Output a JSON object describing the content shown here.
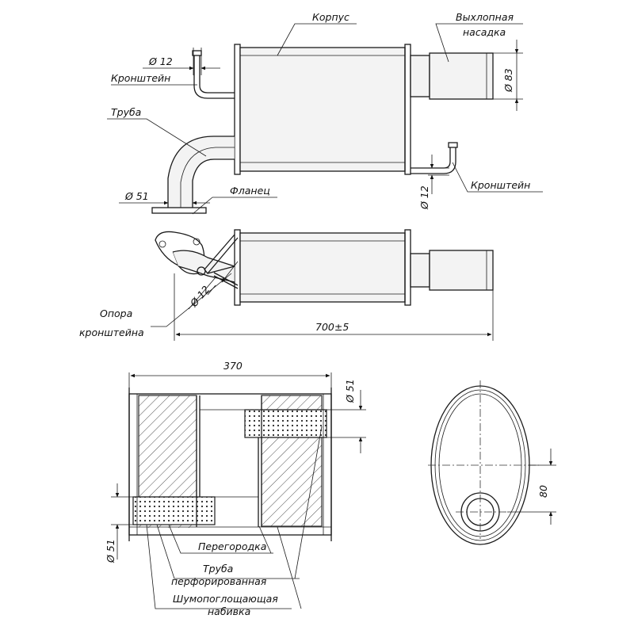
{
  "labels": {
    "body": "Корпус",
    "tailpipe_1": "Выхлопная",
    "tailpipe_2": "насадка",
    "bracket_top": "Кронштейн",
    "bracket_right": "Кронштейн",
    "pipe": "Труба",
    "flange": "Фланец",
    "bracket_support_1": "Опора",
    "bracket_support_2": "кронштейна",
    "baffle": "Перегородка",
    "perf_pipe_1": "Труба",
    "perf_pipe_2": "перфорированная",
    "packing_1": "Шумопоглощающая",
    "packing_2": "набивка"
  },
  "dimensions": {
    "bracket_top_dia": "Ø 12",
    "tailpipe_dia": "Ø 83",
    "inlet_dia": "Ø 51",
    "bracket_right_dia": "Ø 12",
    "support_dia": "Ø 12",
    "total_length": "700±5",
    "body_length": "370",
    "section_top_dia": "Ø 51",
    "section_bottom_dia": "Ø 51",
    "oval_offset": "80"
  },
  "colors": {
    "line": "#1a1a1a",
    "background": "#ffffff"
  }
}
